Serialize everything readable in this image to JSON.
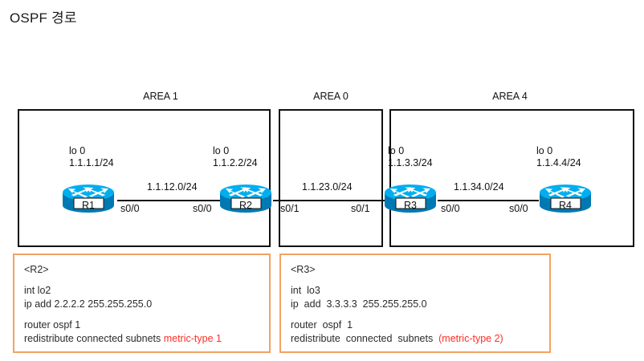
{
  "page": {
    "title": "OSPF 경로",
    "bg_color": "#ffffff",
    "line_color": "#111111",
    "config_border_color": "#F4A261",
    "highlight_color": "#FF2F24",
    "router_color": "#00AEEF"
  },
  "areas": [
    {
      "label": "AREA 1"
    },
    {
      "label": "AREA 0"
    },
    {
      "label": "AREA 4"
    }
  ],
  "routers": [
    {
      "name": "R1",
      "loopback_if": "lo 0",
      "loopback_ip": "1.1.1.1/24"
    },
    {
      "name": "R2",
      "loopback_if": "lo 0",
      "loopback_ip": "1.1.2.2/24"
    },
    {
      "name": "R3",
      "loopback_if": "lo 0",
      "loopback_ip": "1.1.3.3/24"
    },
    {
      "name": "R4",
      "loopback_if": "lo 0",
      "loopback_ip": "1.1.4.4/24"
    }
  ],
  "links": [
    {
      "network": "1.1.12.0/24",
      "left_interface": "s0/0",
      "right_interface": "s0/0"
    },
    {
      "network": "1.1.23.0/24",
      "left_interface": "s0/1",
      "right_interface": "s0/1"
    },
    {
      "network": "1.1.34.0/24",
      "left_interface": "s0/0",
      "right_interface": "s0/0"
    }
  ],
  "configs": [
    {
      "header": "<R2>",
      "lines_a": [
        "int lo2",
        "ip add 2.2.2.2 255.255.255.0"
      ],
      "lines_b_plain": [
        "router ospf 1"
      ],
      "last_line_plain": "redistribute connected subnets ",
      "last_line_highlight": "metric-type 1"
    },
    {
      "header": "<R3>",
      "lines_a": [
        "int  lo3",
        "ip  add  3.3.3.3  255.255.255.0"
      ],
      "lines_b_plain": [
        "router  ospf  1"
      ],
      "last_line_plain": "redistribute  connected  subnets  ",
      "last_line_highlight": "(metric-type 2)"
    }
  ]
}
